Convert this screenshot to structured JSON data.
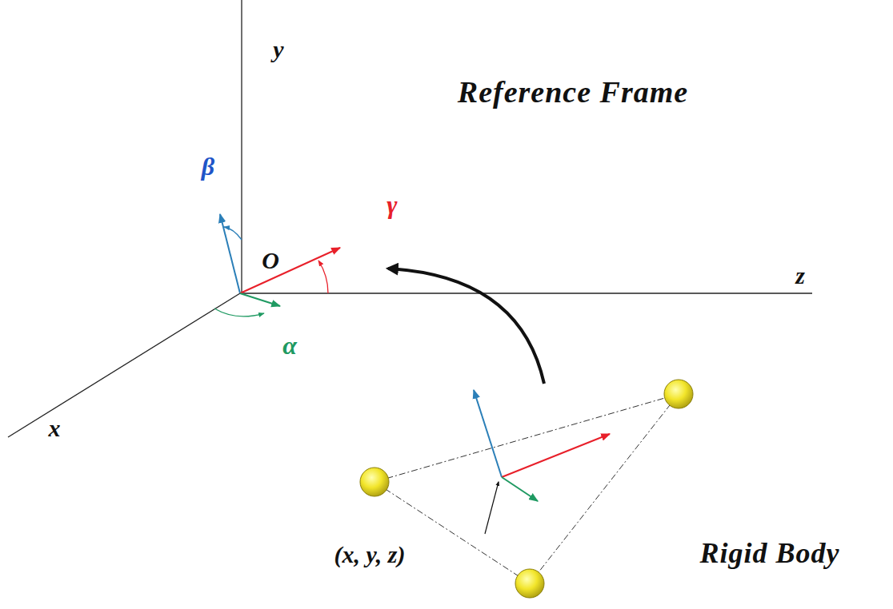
{
  "diagram": {
    "labels": [
      "y",
      "Reference Frame",
      "β",
      "γ",
      "O",
      "z",
      "α",
      "x",
      "(x, y, z)",
      "Rigid Body"
    ]
  }
}
